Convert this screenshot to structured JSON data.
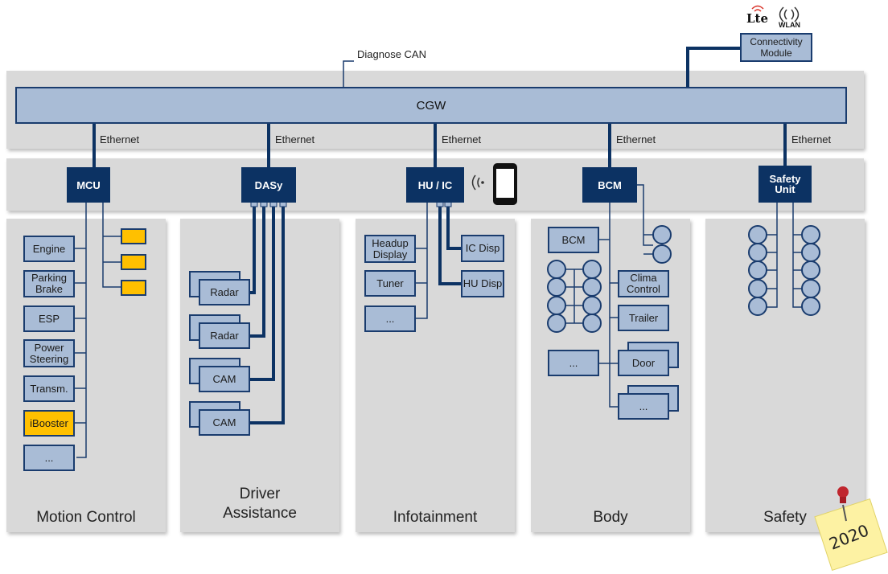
{
  "bus": {
    "diagnose_can": "Diagnose CAN",
    "cgw": "CGW",
    "ethernet": "Ethernet"
  },
  "connectivity": {
    "lte": "Lte",
    "wlan": "WLAN",
    "module": "Connectivity Module"
  },
  "controllers": {
    "mcu": "MCU",
    "dasy": "DASy",
    "huic": "HU / IC",
    "bcm": "BCM",
    "safety_unit": "Safety Unit"
  },
  "motion": {
    "engine": "Engine",
    "parking_brake": "Parking Brake",
    "esp": "ESP",
    "power_steering": "Power Steering",
    "transm": "Transm.",
    "ibooster": "iBooster",
    "more": "..."
  },
  "driver": {
    "radar1": "Radar",
    "radar2": "Radar",
    "cam1": "CAM",
    "cam2": "CAM"
  },
  "info": {
    "headup": "Headup Display",
    "tuner": "Tuner",
    "more": "...",
    "ic_disp": "IC Disp",
    "hu_disp": "HU Disp"
  },
  "body": {
    "bcm": "BCM",
    "clima": "Clima Control",
    "trailer": "Trailer",
    "door": "Door",
    "more": "...",
    "more2": "..."
  },
  "domains": {
    "motion": "Motion Control",
    "driver": "Driver Assistance",
    "infotainment": "Infotainment",
    "body": "Body",
    "safety": "Safety"
  },
  "note": {
    "year": "2020"
  },
  "colors": {
    "dark_blue": "#0c3263",
    "box_blue": "#a9bcd6",
    "yellow": "#ffc000",
    "panel_gray": "#d9d9d9"
  }
}
